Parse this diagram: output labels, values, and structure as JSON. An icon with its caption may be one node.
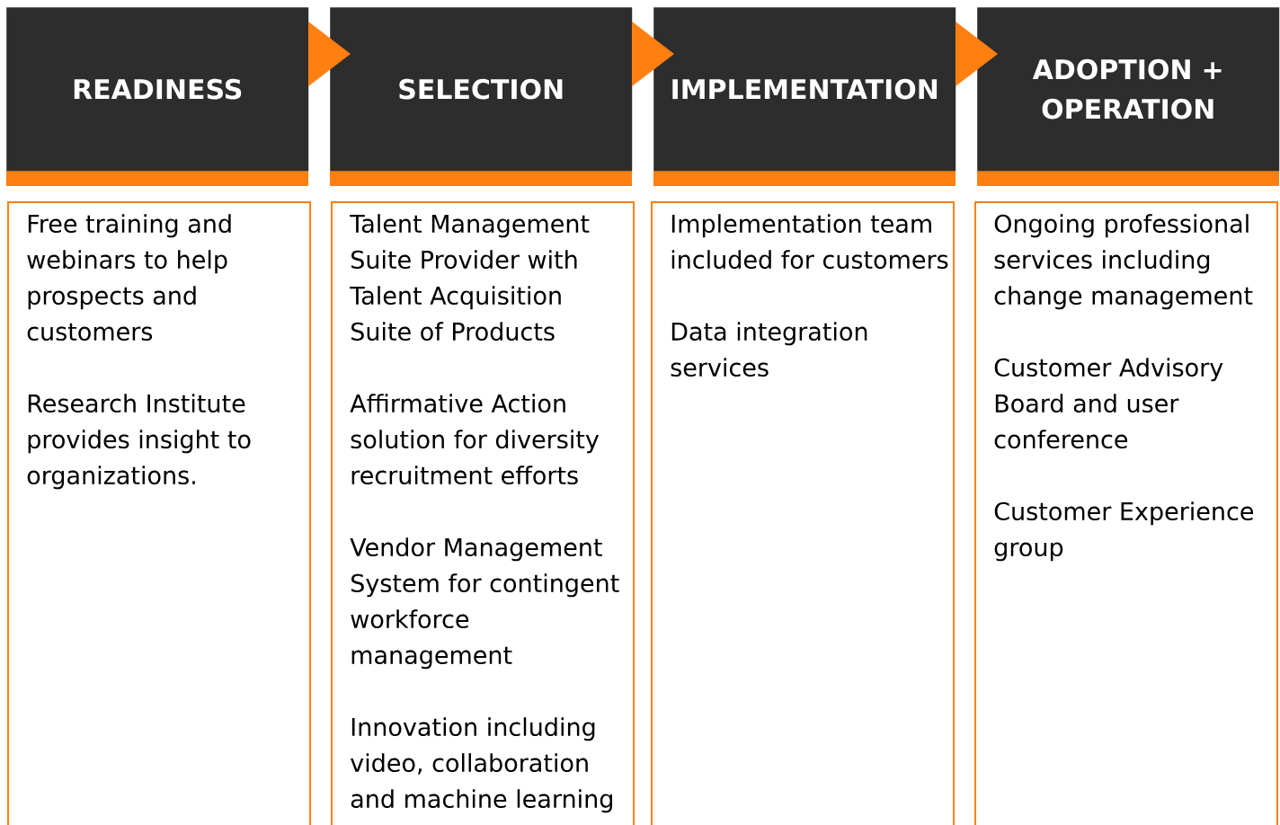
{
  "diagram": {
    "nodes": [
      {
        "text": [
          "READINESS"
        ]
      },
      {
        "text": [
          "SELECTION"
        ]
      },
      {
        "text": [
          "IMPLEMENTATION"
        ]
      },
      {
        "text": [
          "ADOPTION + OPERATION"
        ]
      },
      {
        "text": [
          "Free training and webinars to help prospects and customers",
          "Research Institute provides insight to organizations."
        ]
      },
      {
        "text": [
          "Talent Management Suite Provider with Talent Acquisition Suite of Products",
          "Affirmative Action solution for diversity recruitment efforts",
          "Vendor Management System for contingent workforce management",
          "Innovation including video, collaboration and machine learning"
        ]
      },
      {
        "text": [
          "Implementation team included for customers",
          "Data integration services"
        ]
      },
      {
        "text": [
          "Ongoing professional services including change management",
          "Customer Advisory Board and user conference",
          "Customer Experience group"
        ]
      }
    ],
    "edges": [
      {
        "from": 0,
        "to": 1,
        "arrow": "to"
      },
      {
        "from": 1,
        "to": 2,
        "arrow": "to"
      },
      {
        "from": 2,
        "to": 3,
        "arrow": "to"
      }
    ]
  }
}
